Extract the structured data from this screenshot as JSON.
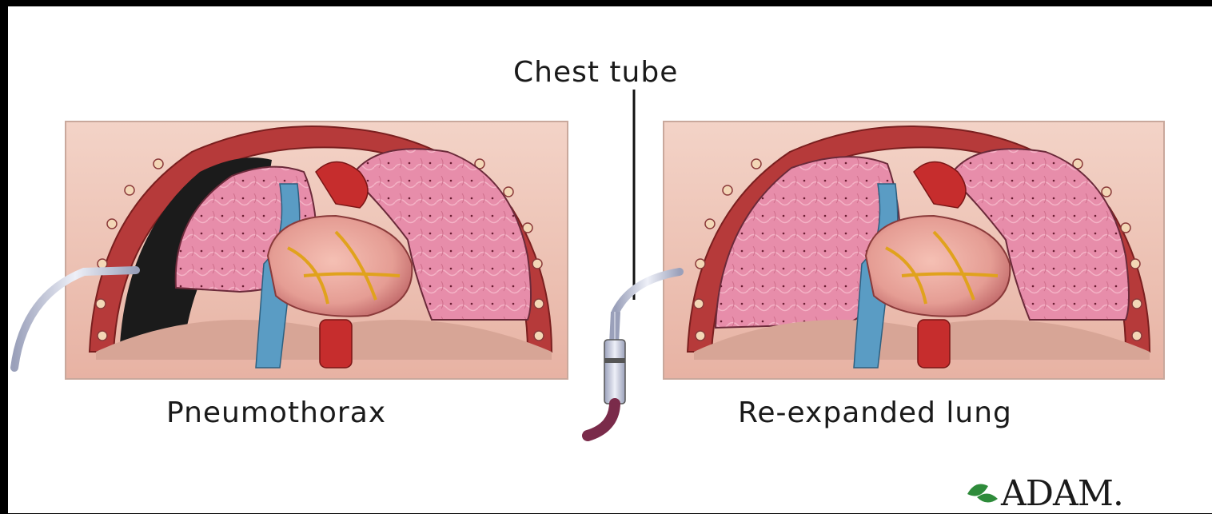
{
  "labels": {
    "chest_tube": "Chest tube",
    "left_panel": "Pneumothorax",
    "right_panel": "Re-expanded lung"
  },
  "logo": {
    "text": "ADAM."
  },
  "colors": {
    "background": "#ffffff",
    "skin": "#f0c8bd",
    "lung": "#e48aa5",
    "heart": "#d86a6a",
    "vein": "#5a9cc4",
    "artery": "#c62d2d",
    "air_space": "#1b1b1b",
    "tube": "#c9cde0"
  }
}
